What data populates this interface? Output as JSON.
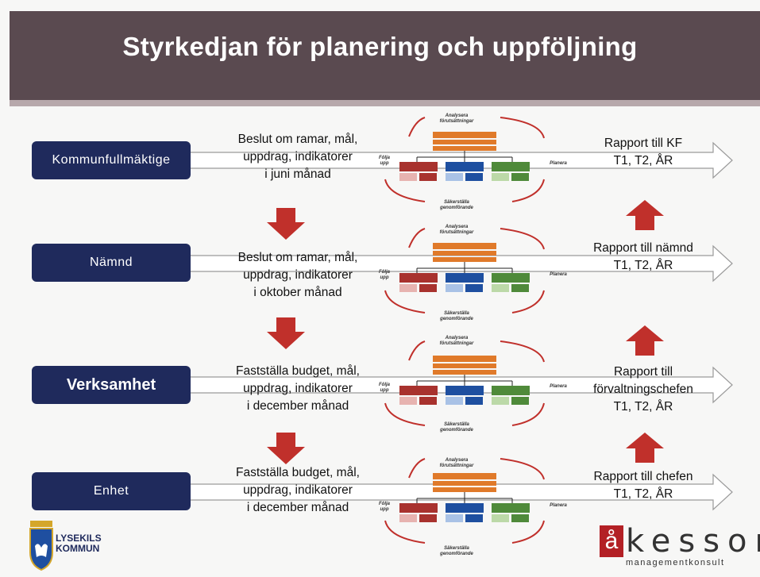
{
  "slide": {
    "title": "Styrkedjan för planering och uppföljning"
  },
  "levels": [
    {
      "name": "Kommunfullmäktige",
      "desc": [
        "Beslut om ramar, mål,",
        "uppdrag, indikatorer",
        "i juni månad"
      ],
      "report": [
        "Rapport till KF",
        "T1, T2, ÅR"
      ]
    },
    {
      "name": "Nämnd",
      "desc": [
        "Beslut om ramar, mål,",
        "uppdrag, indikatorer",
        "i oktober månad"
      ],
      "report": [
        "Rapport till nämnd",
        "T1, T2, ÅR"
      ]
    },
    {
      "name": "Verksamhet",
      "desc": [
        "Fastställa budget, mål,",
        "uppdrag, indikatorer",
        "i december månad"
      ],
      "report": [
        "Rapport till",
        "förvaltningschefen",
        "T1, T2, ÅR"
      ]
    },
    {
      "name": "Enhet",
      "desc": [
        "Fastställa budget, mål,",
        "uppdrag, indikatorer",
        "i december månad"
      ],
      "report": [
        "Rapport till chefen",
        "T1, T2, ÅR"
      ]
    }
  ],
  "cycle": {
    "top": "Analysera förutsättningar",
    "left": "Följa upp",
    "right": "Planera",
    "bottom": "Säkerställa genomförande"
  },
  "colors": {
    "title_bar": "#5a4a50",
    "level_box": "#1f2a5c",
    "arrow_red": "#c0302b",
    "cycle_orange": "#e07a2a",
    "cycle_darkred": "#a8322e",
    "cycle_blue": "#1e4fa0",
    "cycle_green": "#4f8a3a"
  },
  "logos": {
    "left": [
      "LYSEKILS",
      "KOMMUN"
    ],
    "right_mark": "å",
    "right_name": "kesson",
    "right_sub": "managementkonsult"
  }
}
